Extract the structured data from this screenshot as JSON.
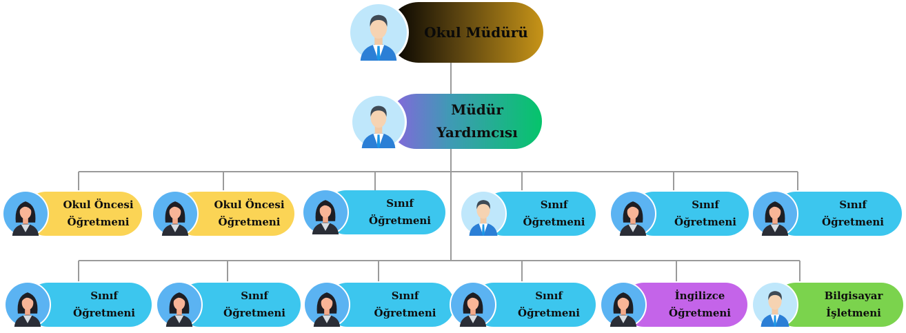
{
  "nodes": {
    "principal": {
      "label": "Okul Müdürü",
      "avatar": "man-avatar-icon",
      "colors": [
        "#000000",
        "#c79418"
      ]
    },
    "vice_principal": {
      "lines": [
        "Müdür",
        "Yardımcısı"
      ],
      "avatar": "man-avatar-icon",
      "colors": [
        "#8a62de",
        "#05c46b"
      ]
    },
    "row1": [
      {
        "lines": [
          "Okul Öncesi",
          "Öğretmeni"
        ],
        "avatar": "woman-avatar-icon",
        "color": "#fbd455"
      },
      {
        "lines": [
          "Okul Öncesi",
          "Öğretmeni"
        ],
        "avatar": "woman-avatar-icon",
        "color": "#fbd455"
      },
      {
        "lines": [
          "Sınıf",
          "Öğretmeni"
        ],
        "avatar": "woman-avatar-icon",
        "color": "#3cc6ee"
      },
      {
        "lines": [
          "Sınıf",
          "Öğretmeni"
        ],
        "avatar": "man-avatar-icon",
        "color": "#3cc6ee"
      },
      {
        "lines": [
          "Sınıf",
          "Öğretmeni"
        ],
        "avatar": "woman-avatar-icon",
        "color": "#3cc6ee"
      },
      {
        "lines": [
          "Sınıf",
          "Öğretmeni"
        ],
        "avatar": "woman-avatar-icon",
        "color": "#3cc6ee"
      }
    ],
    "row2": [
      {
        "lines": [
          "Sınıf",
          "Öğretmeni"
        ],
        "avatar": "woman-avatar-icon",
        "color": "#3cc6ee"
      },
      {
        "lines": [
          "Sınıf",
          "Öğretmeni"
        ],
        "avatar": "woman-avatar-icon",
        "color": "#3cc6ee"
      },
      {
        "lines": [
          "Sınıf",
          "Öğretmeni"
        ],
        "avatar": "woman-avatar-icon",
        "color": "#3cc6ee"
      },
      {
        "lines": [
          "Sınıf",
          "Öğretmeni"
        ],
        "avatar": "woman-avatar-icon",
        "color": "#3cc6ee"
      },
      {
        "lines": [
          "İngilizce",
          "Öğretmeni"
        ],
        "avatar": "woman-avatar-icon",
        "color": "#c464e9"
      },
      {
        "lines": [
          "Bilgisayar",
          "İşletmeni"
        ],
        "avatar": "man-avatar-icon",
        "color": "#7bd34d"
      }
    ]
  },
  "connector_color": "#9a9a9a"
}
